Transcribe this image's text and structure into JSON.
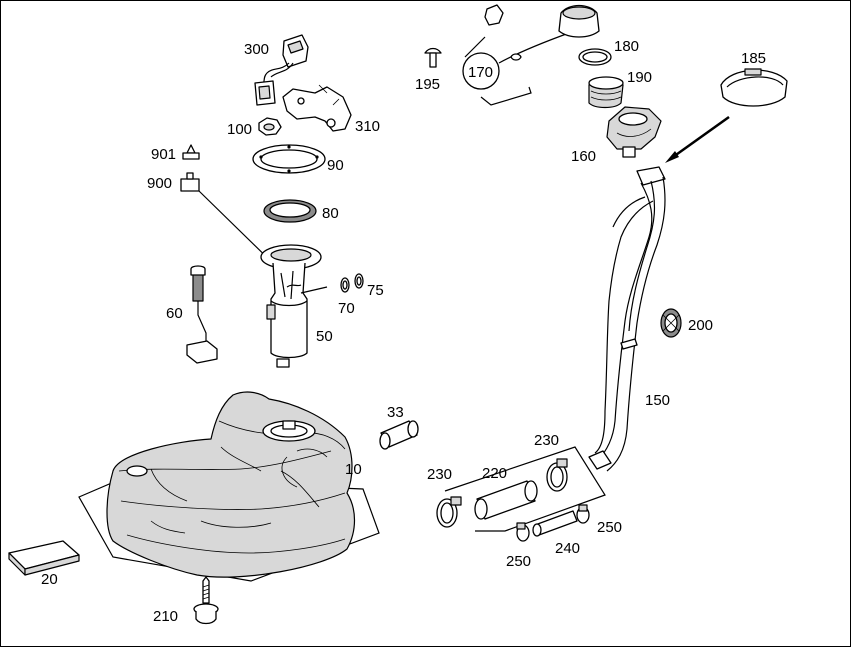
{
  "labels": {
    "p10": "10",
    "p20": "20",
    "p33": "33",
    "p50": "50",
    "p60": "60",
    "p70": "70",
    "p75": "75",
    "p80": "80",
    "p90": "90",
    "p100": "100",
    "p150": "150",
    "p160": "160",
    "p170": "170",
    "p180": "180",
    "p185": "185",
    "p190": "190",
    "p195": "195",
    "p200": "200",
    "p210": "210",
    "p220": "220",
    "p230a": "230",
    "p230b": "230",
    "p240": "240",
    "p250a": "250",
    "p250b": "250",
    "p300": "300",
    "p310": "310",
    "p900": "900",
    "p901": "901"
  }
}
